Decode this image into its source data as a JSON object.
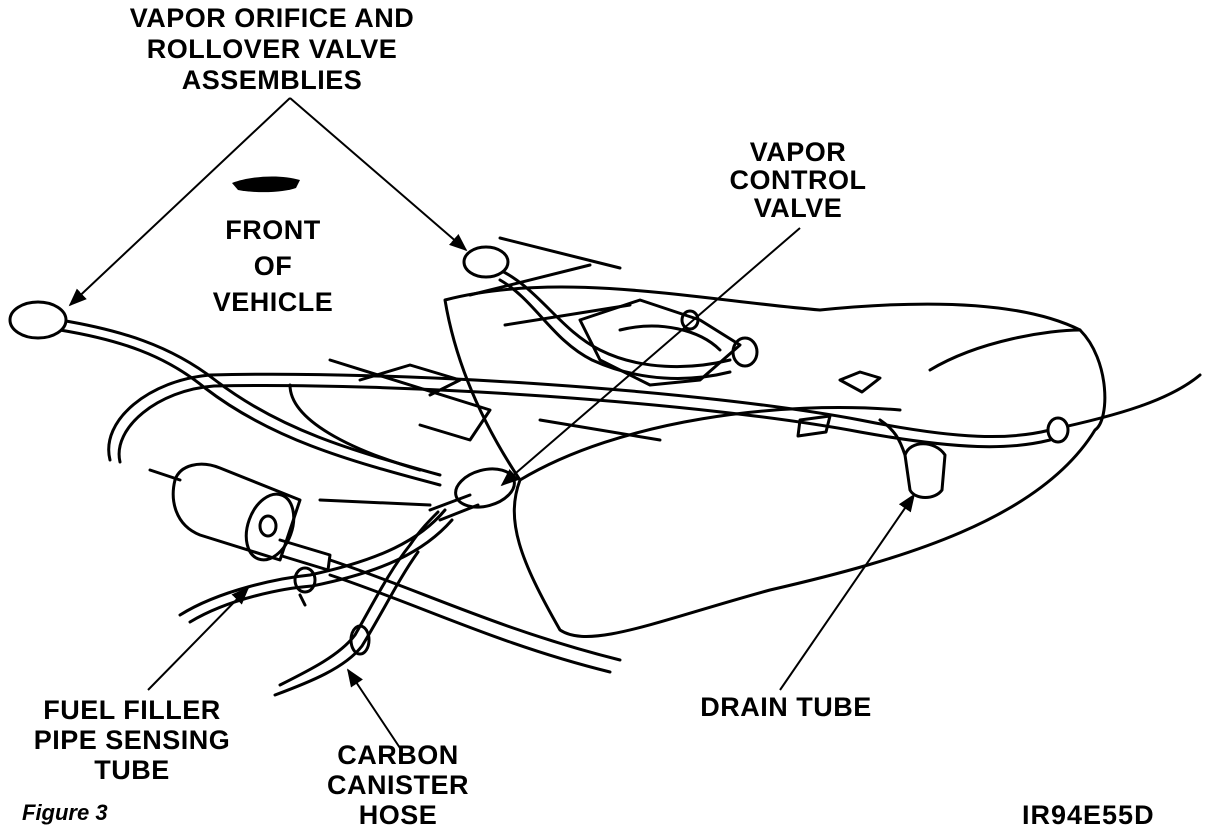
{
  "labels": {
    "vapor_orifice": [
      "VAPOR ORIFICE AND",
      "ROLLOVER VALVE",
      "ASSEMBLIES"
    ],
    "front_of_vehicle": [
      "FRONT",
      "OF",
      "VEHICLE"
    ],
    "vapor_control_valve": [
      "VAPOR",
      "CONTROL",
      "VALVE"
    ],
    "drain_tube": [
      "DRAIN TUBE"
    ],
    "fuel_filler": [
      "FUEL FILLER",
      "PIPE SENSING",
      "TUBE"
    ],
    "carbon_canister": [
      "CARBON",
      "CANISTER",
      "HOSE"
    ]
  },
  "caption": "Figure 3",
  "code": "IR94E55D",
  "colors": {
    "ink": "#000000",
    "paper": "#ffffff"
  }
}
